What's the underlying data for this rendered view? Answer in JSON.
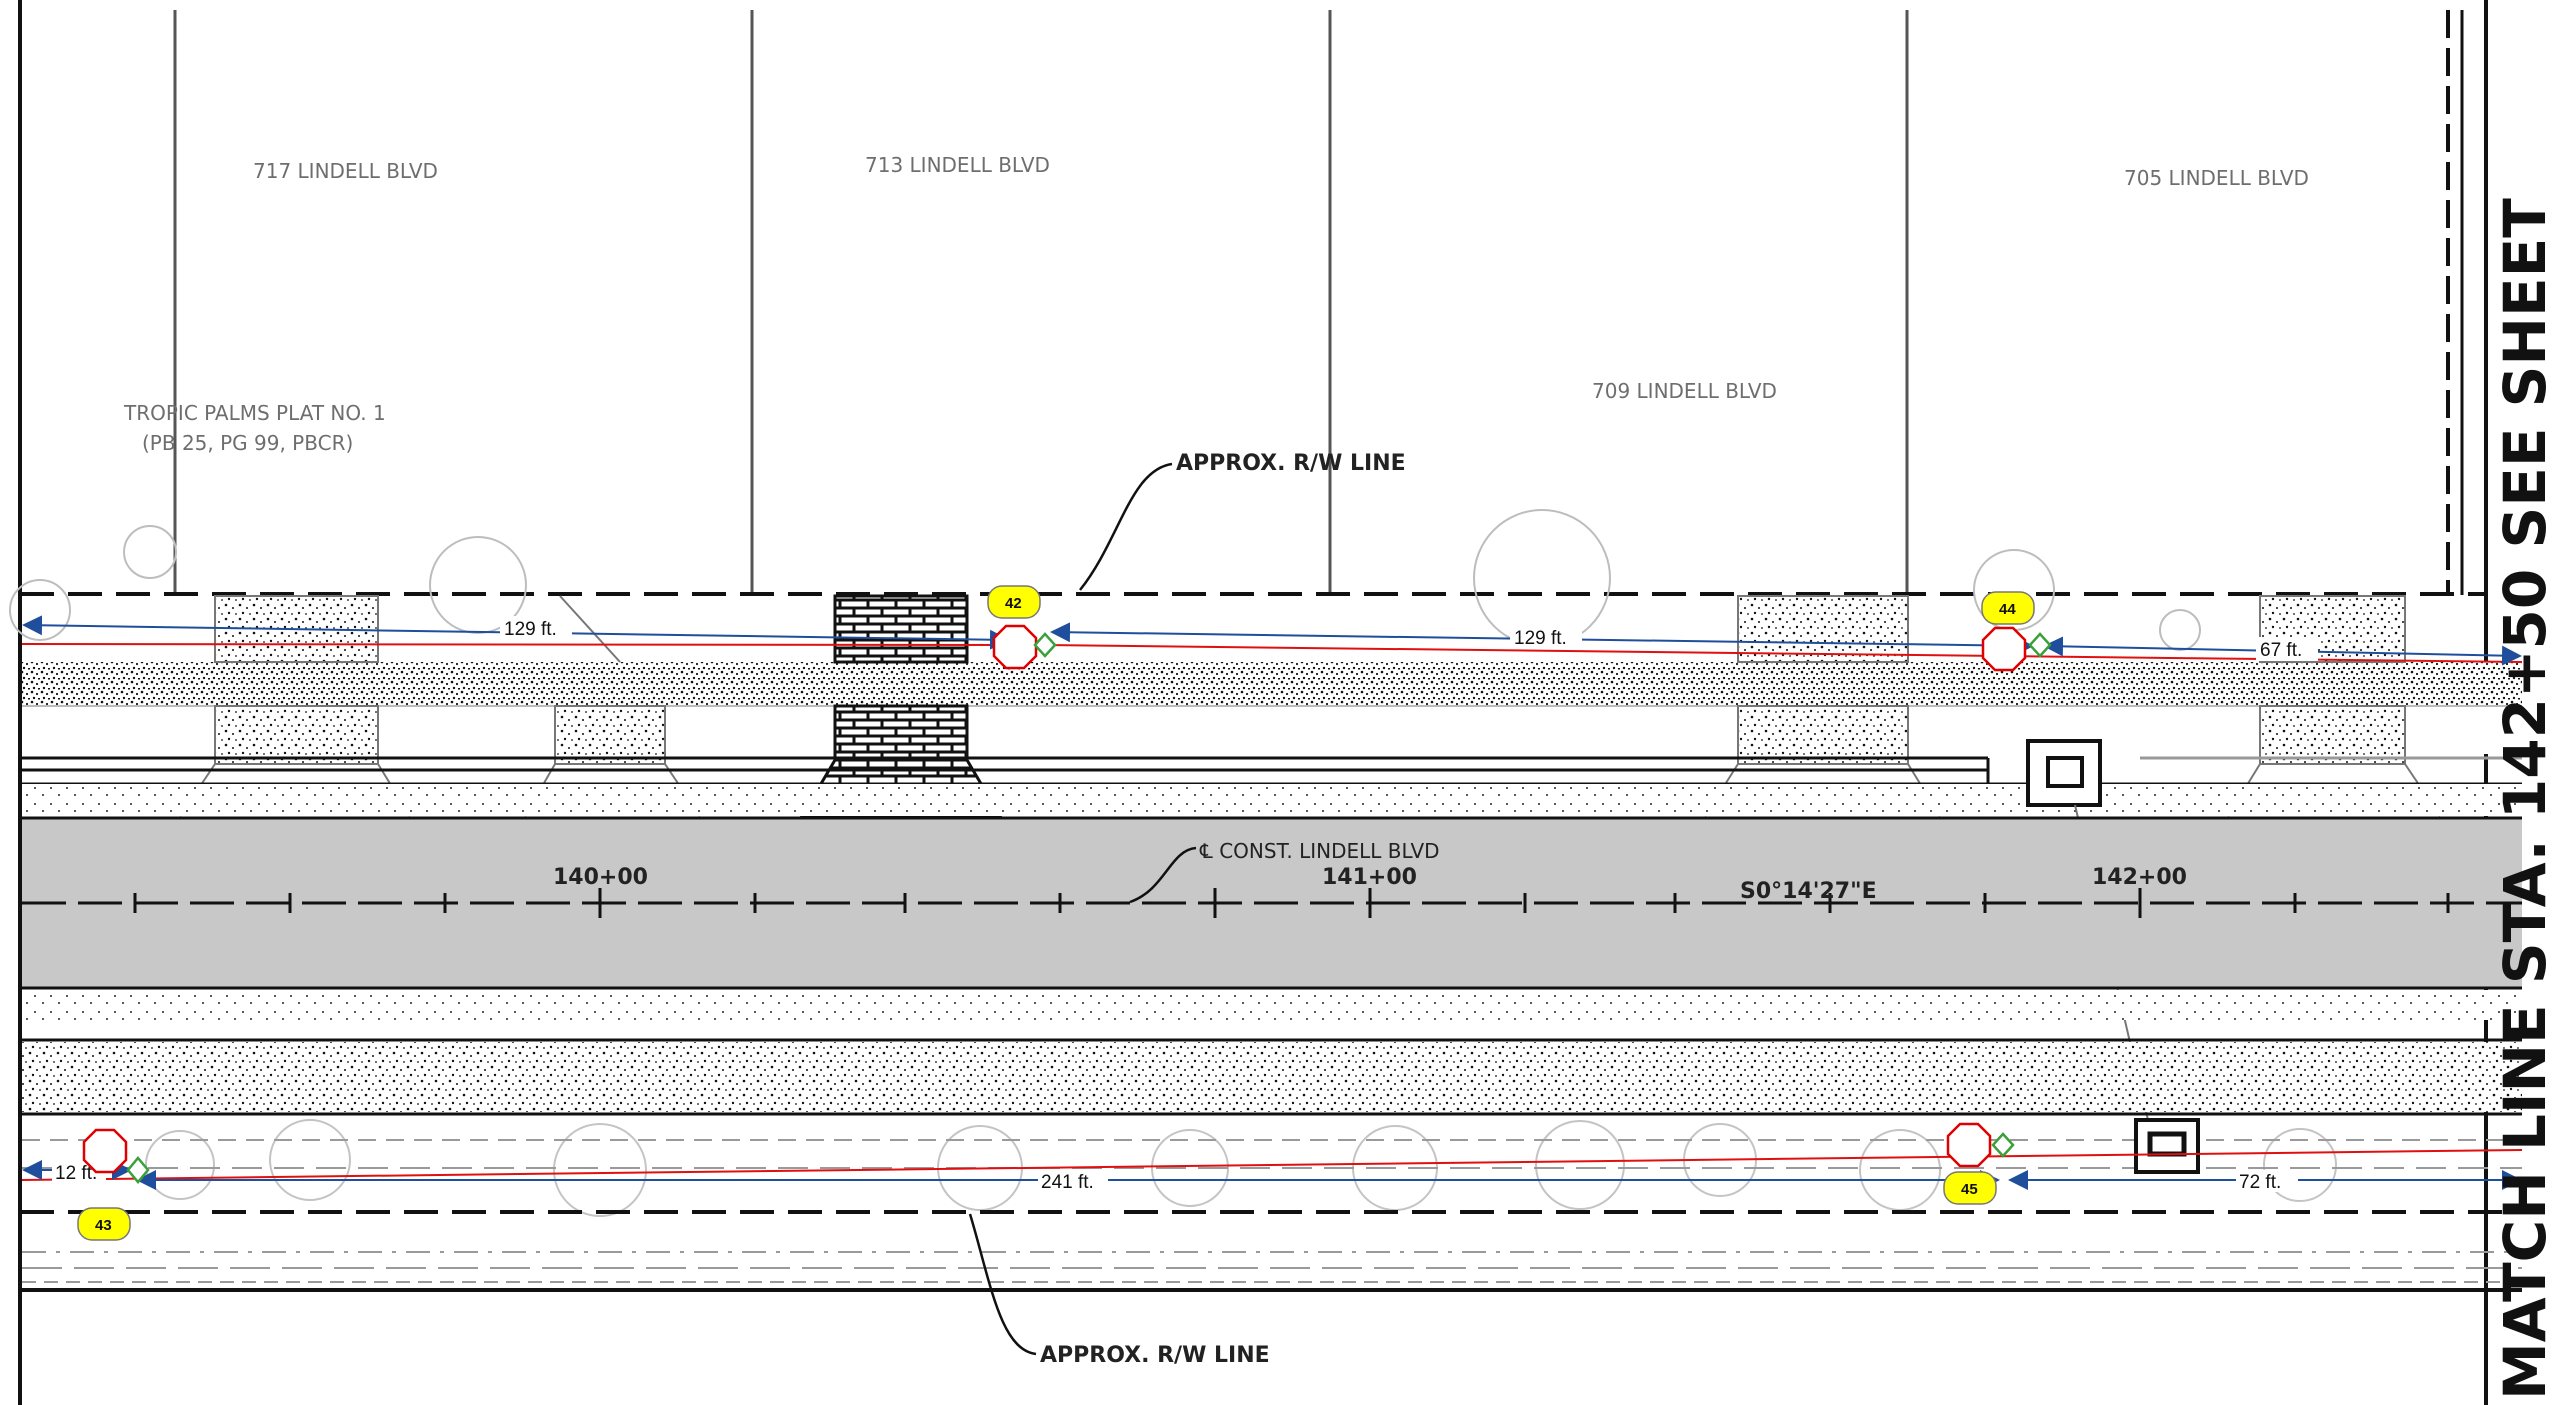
{
  "lots": [
    {
      "name": "717 LINDELL BLVD"
    },
    {
      "name": "713 LINDELL BLVD"
    },
    {
      "name": "709 LINDELL BLVD"
    },
    {
      "name": "705 LINDELL BLVD"
    }
  ],
  "plat": {
    "line1": "TROPIC PALMS PLAT NO. 1",
    "line2": "(PB 25, PG 99, PBCR)"
  },
  "rw_label_top": "APPROX. R/W LINE",
  "rw_label_bottom": "APPROX. R/W LINE",
  "centerline_label": "℄ CONST. LINDELL BLVD",
  "bearing": "S0°14'27\"E",
  "stations": [
    "140+00",
    "141+00",
    "142+00"
  ],
  "dimensions": {
    "top_left": "129 ft.",
    "top_mid": "129 ft.",
    "top_right": "67 ft.",
    "bottom_left": "12 ft.",
    "bottom_mid": "241 ft.",
    "bottom_right": "72 ft."
  },
  "markers": [
    "42",
    "43",
    "44",
    "45"
  ],
  "edge_label": "MATCH LINE STA. 142+50 SEE SHEET",
  "colors": {
    "road": "#c8c8c8",
    "marker_fill": "#ffff00",
    "stop_sign": "#e00000",
    "dimension_line": "#1f4e9c",
    "red_line": "#e01010",
    "diamond": "#3aa03a"
  }
}
